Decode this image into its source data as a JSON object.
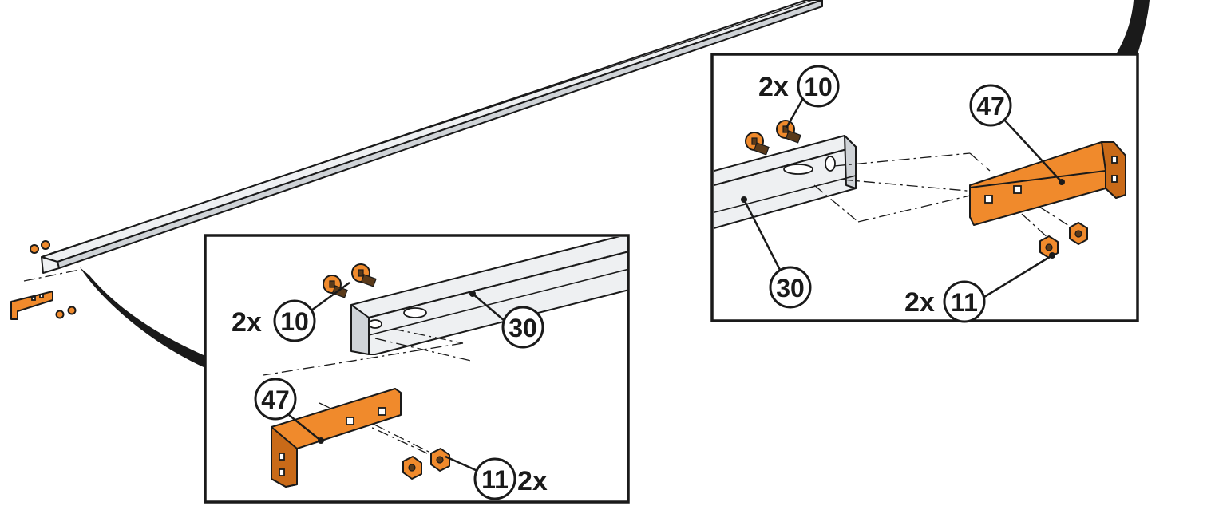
{
  "callouts": {
    "left_bolt_qty": "2x",
    "left_bolt_part": "10",
    "left_rail_part": "30",
    "left_bracket_part": "47",
    "left_nut_part": "11",
    "left_nut_qty": "2x",
    "right_bolt_qty": "2x",
    "right_bolt_part": "10",
    "right_bracket_part": "47",
    "right_rail_part": "30",
    "right_nut_qty": "2x",
    "right_nut_part": "11"
  },
  "colors": {
    "bracket": "#f08a2c",
    "rail": "#eef0f2",
    "outline": "#1a1a1a"
  }
}
